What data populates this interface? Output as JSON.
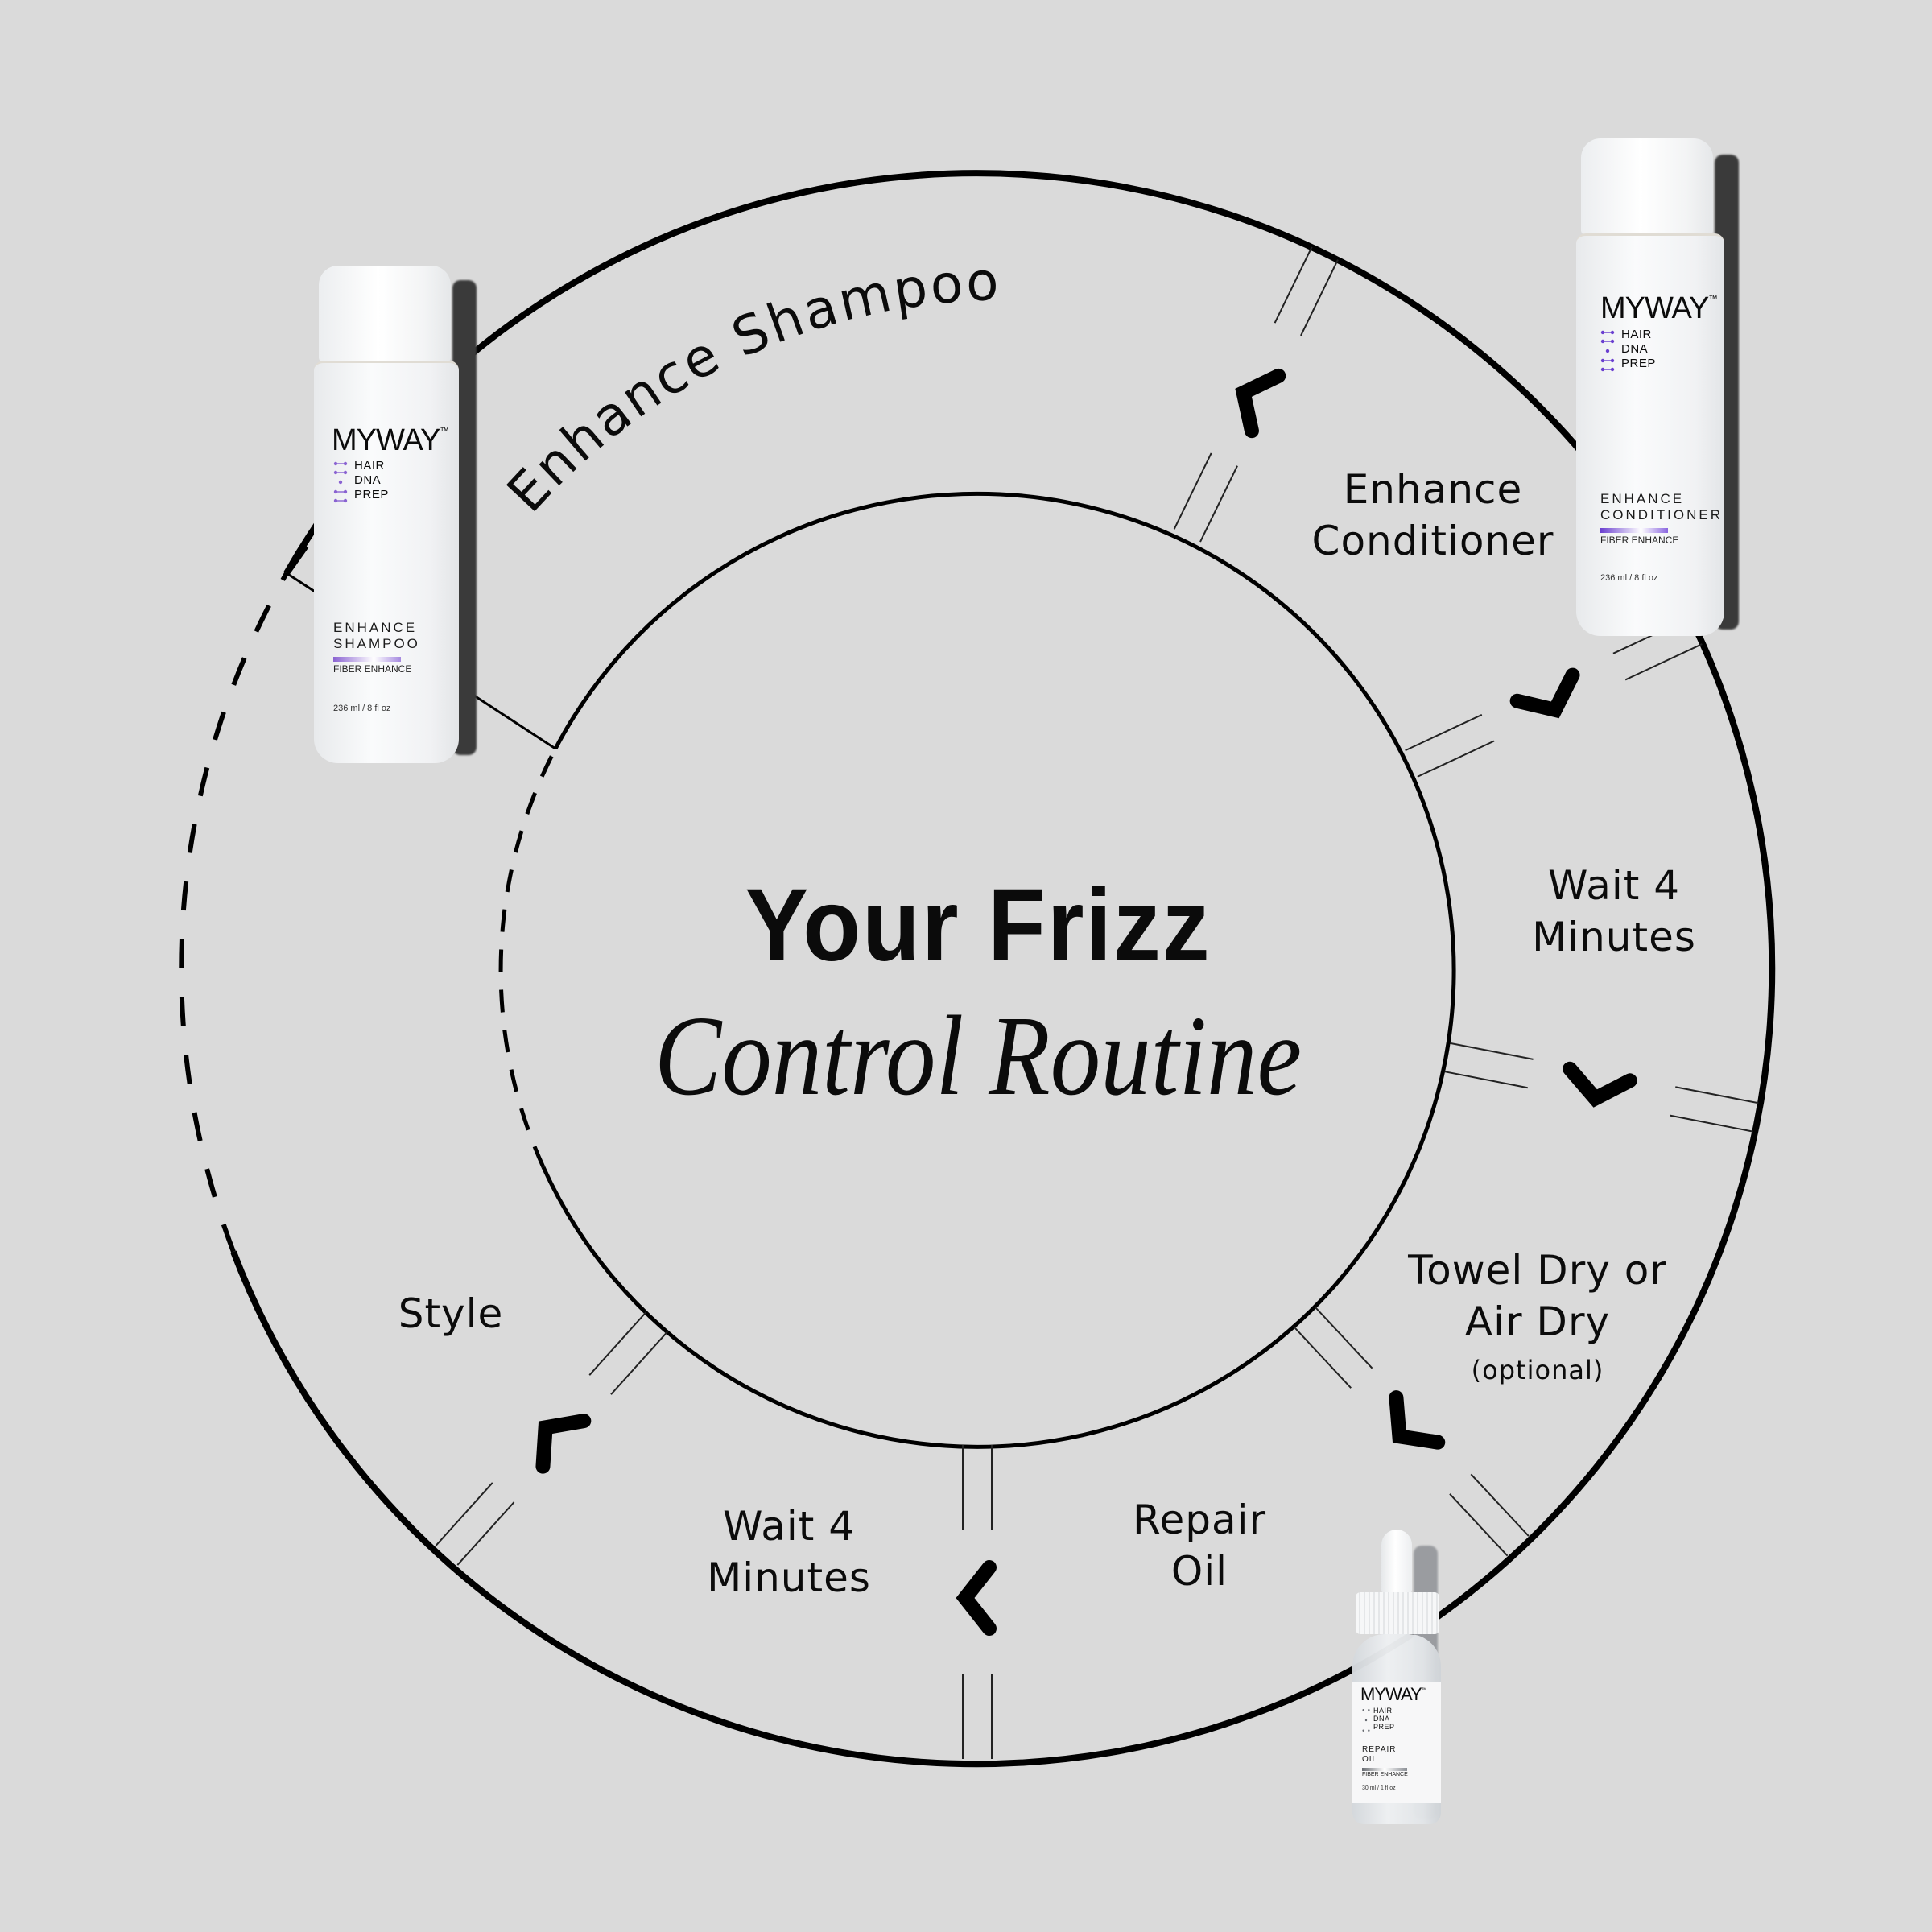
{
  "diagram": {
    "title_line1": "Your Frizz",
    "title_line2": "Control Routine",
    "background_color": "#dadada",
    "stroke_color": "#000000",
    "steps": [
      {
        "id": "enhance-shampoo",
        "label": "Enhance Shampoo"
      },
      {
        "id": "enhance-conditioner",
        "line1": "Enhance",
        "line2": "Conditioner"
      },
      {
        "id": "wait-1",
        "line1": "Wait 4",
        "line2": "Minutes"
      },
      {
        "id": "dry",
        "line1": "Towel Dry or",
        "line2": "Air Dry",
        "note": "(optional)"
      },
      {
        "id": "repair-oil",
        "line1": "Repair",
        "line2": "Oil"
      },
      {
        "id": "wait-2",
        "line1": "Wait 4",
        "line2": "Minutes"
      },
      {
        "id": "style",
        "label": "Style"
      }
    ]
  },
  "products": {
    "shampoo": {
      "brand": "MYWAY",
      "tm": "™",
      "dna": [
        "HAIR",
        "DNA",
        "PREP"
      ],
      "name1": "ENHANCE",
      "name2": "SHAMPOO",
      "line": "FIBER ENHANCE",
      "volume": "236 ml / 8 fl oz",
      "accent": "#8a63d2"
    },
    "conditioner": {
      "brand": "MYWAY",
      "tm": "™",
      "dna": [
        "HAIR",
        "DNA",
        "PREP"
      ],
      "name1": "ENHANCE",
      "name2": "CONDITIONER",
      "line": "FIBER ENHANCE",
      "volume": "236 ml / 8 fl oz",
      "accent": "#6a3fd0"
    },
    "oil": {
      "brand": "MYWAY",
      "tm": "™",
      "dna": [
        "HAIR",
        "DNA",
        "PREP"
      ],
      "name1": "REPAIR",
      "name2": "OIL",
      "line": "FIBER ENHANCE",
      "volume": "30 ml / 1 fl oz",
      "accent": "#666a70"
    }
  }
}
